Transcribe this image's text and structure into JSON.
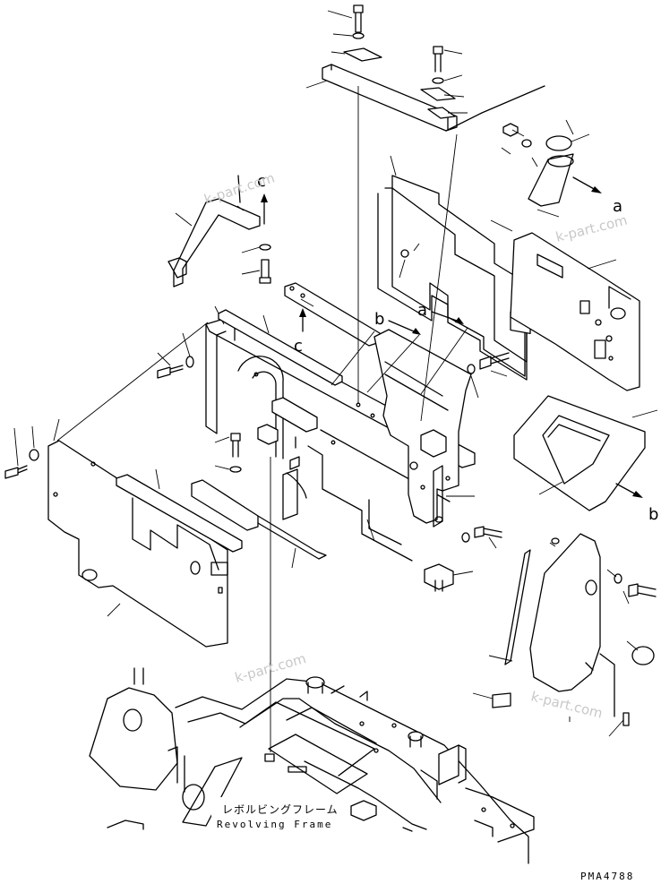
{
  "watermarks": [
    "k-part.com",
    "k-part.com",
    "k-part.com",
    "k-part.com"
  ],
  "callouts": {
    "a_top": "a",
    "a_mid": "a",
    "b_mid": "b",
    "b_right": "b",
    "c_top": "c",
    "c_mid": "c"
  },
  "frame_label": {
    "jp": "レボルビングフレーム",
    "en": "Revolving Frame"
  },
  "drawing_code": "PMA4788"
}
